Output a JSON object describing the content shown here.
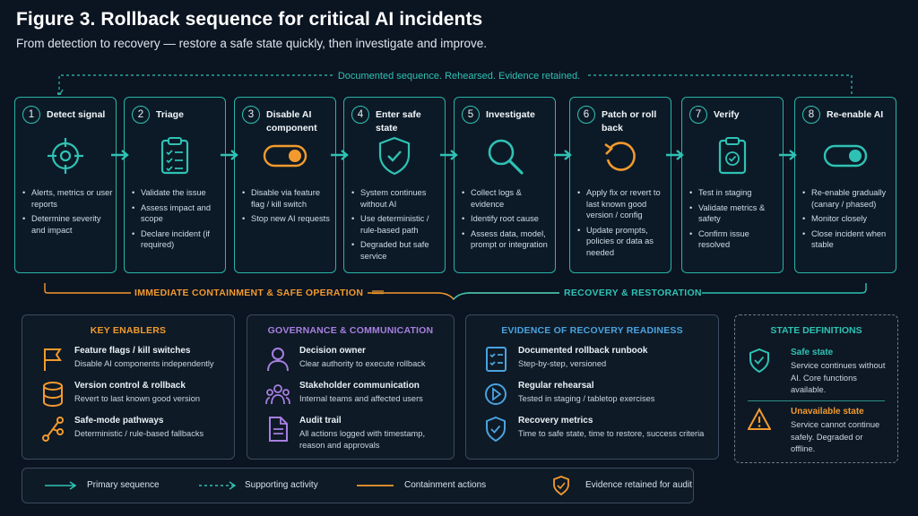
{
  "title": "Figure 3. Rollback sequence for critical AI incidents",
  "subtitle": "From detection to recovery — restore a safe state quickly, then investigate and improve.",
  "top_label": "Documented sequence. Rehearsed. Evidence retained.",
  "steps": [
    {
      "num": "1",
      "title": "Detect signal",
      "icon": "crosshair-target-icon",
      "bullets": [
        "Alerts, metrics or user reports",
        "Determine severity and impact"
      ]
    },
    {
      "num": "2",
      "title": "Triage",
      "icon": "clipboard-checklist-icon",
      "bullets": [
        "Validate the issue",
        "Assess impact and scope",
        "Declare incident (if required)"
      ]
    },
    {
      "num": "3",
      "title": "Disable AI component",
      "icon": "toggle-off-icon",
      "bullets": [
        "Disable via feature flag / kill switch",
        "Stop new AI requests"
      ]
    },
    {
      "num": "4",
      "title": "Enter safe state",
      "icon": "shield-check-icon",
      "bullets": [
        "System continues without AI",
        "Use deterministic / rule-based path",
        "Degraded but safe service"
      ]
    },
    {
      "num": "5",
      "title": "Investigate",
      "icon": "magnifier-icon",
      "bullets": [
        "Collect logs & evidence",
        "Identify root cause",
        "Assess data, model, prompt or integration"
      ]
    },
    {
      "num": "6",
      "title": "Patch or roll back",
      "icon": "undo-arrow-icon",
      "bullets": [
        "Apply fix or revert to last known good version / config",
        "Update prompts, policies or data as needed"
      ]
    },
    {
      "num": "7",
      "title": "Verify",
      "icon": "clipboard-check-icon",
      "bullets": [
        "Test in staging",
        "Validate metrics & safety",
        "Confirm issue resolved"
      ]
    },
    {
      "num": "8",
      "title": "Re-enable AI",
      "icon": "toggle-on-icon",
      "bullets": [
        "Re-enable gradually (canary / phased)",
        "Monitor closely",
        "Close incident when stable"
      ]
    }
  ],
  "phases": {
    "containment": "IMMEDIATE CONTAINMENT & SAFE OPERATION",
    "recovery": "RECOVERY & RESTORATION"
  },
  "key_enablers": {
    "title": "KEY ENABLERS",
    "items": [
      {
        "name": "Feature flags / kill switches",
        "desc": "Disable AI components independently",
        "icon": "flag-icon"
      },
      {
        "name": "Version control & rollback",
        "desc": "Revert to last known good version",
        "icon": "database-icon"
      },
      {
        "name": "Safe-mode pathways",
        "desc": "Deterministic / rule-based fallbacks",
        "icon": "branch-path-icon"
      }
    ]
  },
  "governance": {
    "title": "GOVERNANCE & COMMUNICATION",
    "items": [
      {
        "name": "Decision owner",
        "desc": "Clear authority to execute rollback",
        "icon": "person-icon"
      },
      {
        "name": "Stakeholder communication",
        "desc": "Internal teams and affected users",
        "icon": "people-group-icon"
      },
      {
        "name": "Audit trail",
        "desc": "All actions logged with timestamp, reason and approvals",
        "icon": "document-icon"
      }
    ]
  },
  "evidence": {
    "title": "EVIDENCE OF RECOVERY READINESS",
    "items": [
      {
        "name": "Documented rollback runbook",
        "desc": "Step-by-step, versioned",
        "icon": "checklist-icon"
      },
      {
        "name": "Regular rehearsal",
        "desc": "Tested in staging / tabletop exercises",
        "icon": "play-circle-icon"
      },
      {
        "name": "Recovery metrics",
        "desc": "Time to safe state, time to restore, success criteria",
        "icon": "shield-check-icon"
      }
    ]
  },
  "state_definitions": {
    "title": "STATE DEFINITIONS",
    "safe": {
      "name": "Safe state",
      "desc": "Service continues without AI. Core functions available.",
      "icon": "shield-check-icon"
    },
    "unavailable": {
      "name": "Unavailable state",
      "desc": "Service cannot continue safely. Degraded or offline.",
      "icon": "warning-triangle-icon"
    }
  },
  "legend": {
    "primary": "Primary sequence",
    "supporting": "Supporting activity",
    "containment": "Containment actions",
    "evidence": "Evidence retained for audit"
  },
  "colors": {
    "teal": "#2fc2b4",
    "orange": "#f29a2e",
    "purple": "#a77fe0",
    "blue": "#4aa3e0",
    "background": "#0b1421"
  }
}
